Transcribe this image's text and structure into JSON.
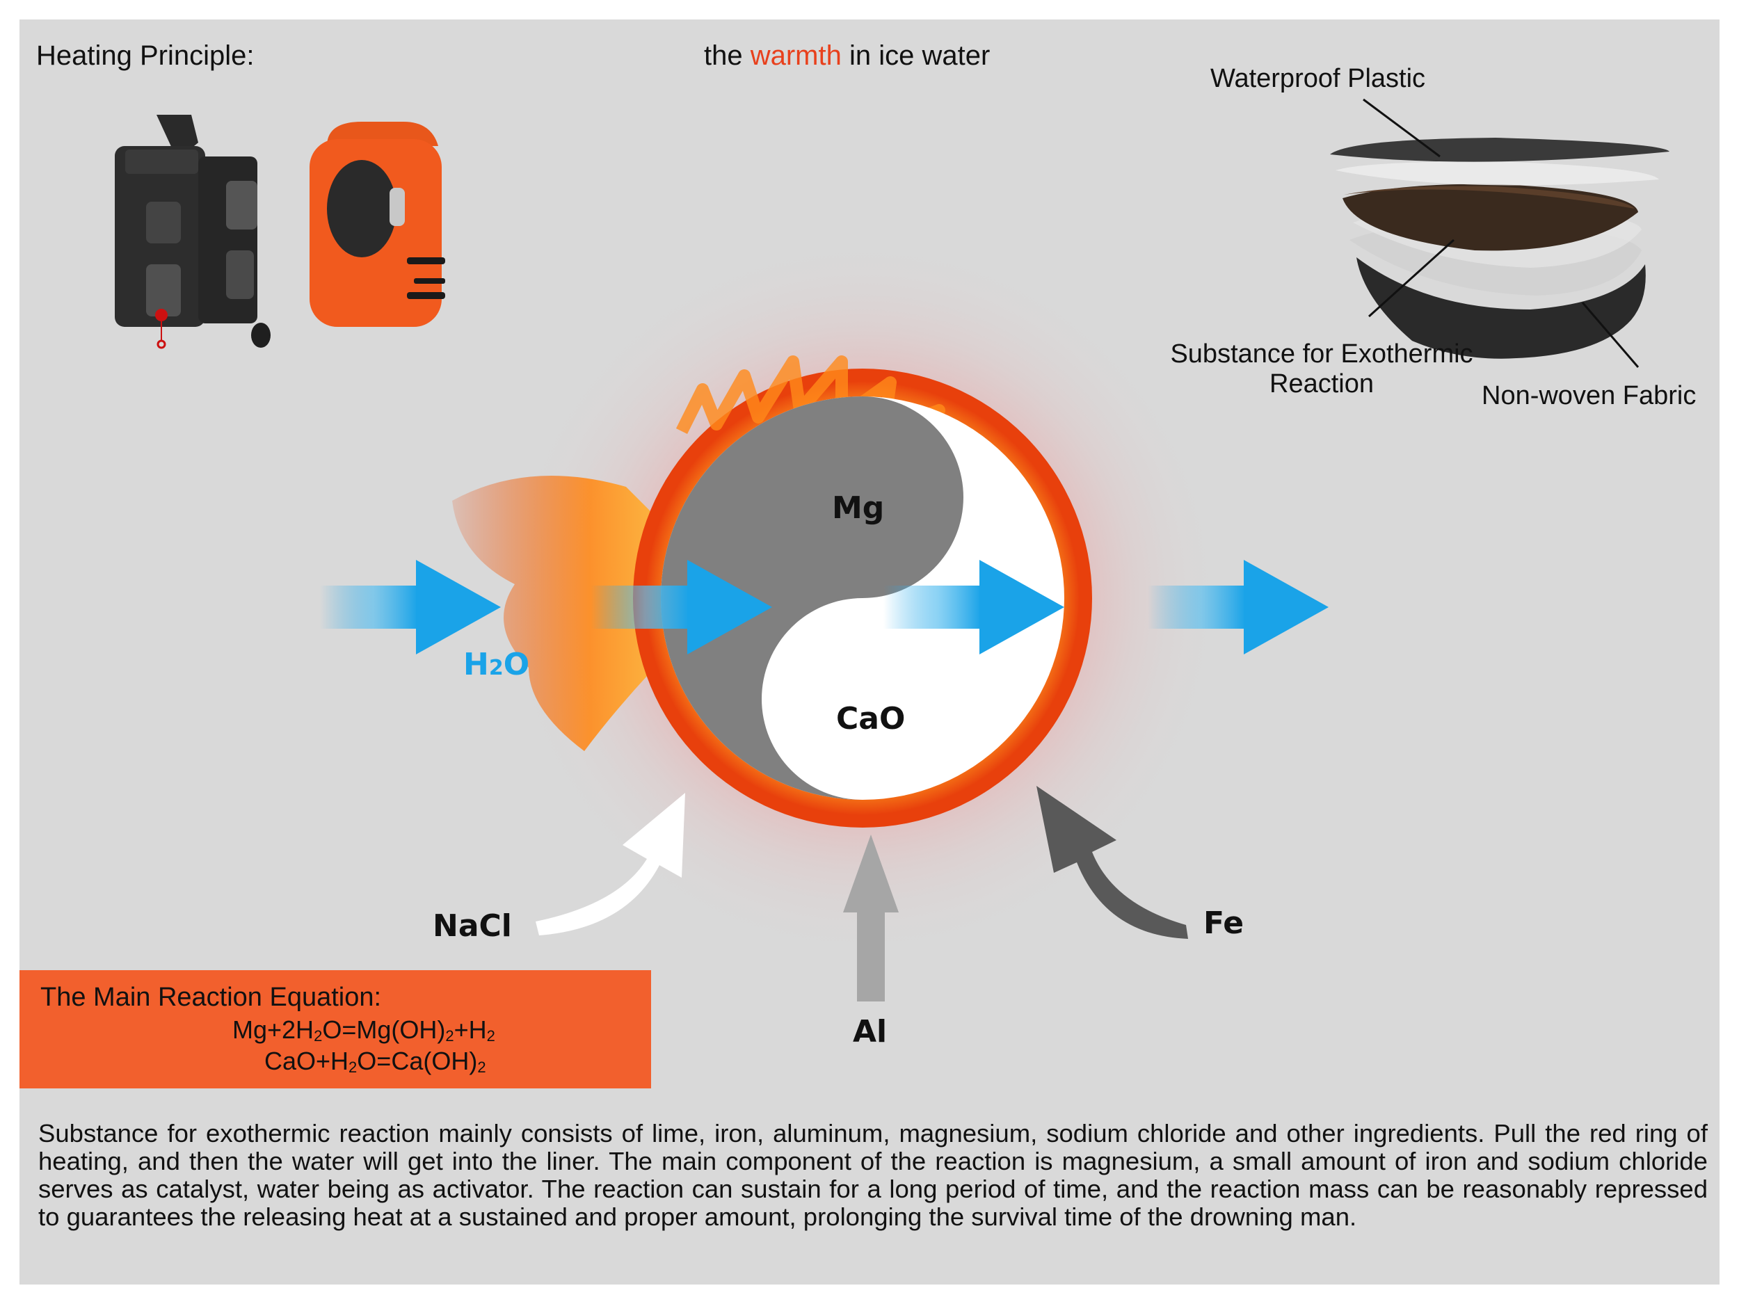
{
  "heading": "Heating Principle:",
  "title": {
    "pre": "the ",
    "highlight": "warmth",
    "post": " in ice water",
    "highlight_color": "#e8401c"
  },
  "layers": {
    "top": "Waterproof Plastic",
    "middle_line1": "Substance for Exothermic",
    "middle_line2": "Reaction",
    "bottom": "Non-woven Fabric"
  },
  "elements": {
    "mg": "Mg",
    "cao": "CaO",
    "h2o_h": "H",
    "h2o_sub": "2",
    "h2o_o": "O",
    "nacl": "NaCl",
    "al": "Al",
    "fe": "Fe"
  },
  "equation": {
    "heading": "The Main Reaction Equation:",
    "eq1": {
      "a": "Mg+2H",
      "s1": "2",
      "b": "O=Mg(OH)",
      "s2": "2",
      "c": "+H",
      "s3": "2"
    },
    "eq2": {
      "a": "CaO+H",
      "s1": "2",
      "b": "O=Ca(OH)",
      "s2": "2"
    }
  },
  "description": "Substance for exothermic reaction mainly consists of lime, iron, aluminum, magnesium, sodium chloride and other ingredients. Pull the red ring of heating, and then the water will get into the liner. The main component of the reaction is magnesium, a small amount of iron and sodium chloride serves as catalyst, water being as activator. The reaction can sustain for a long period of time, and the reaction mass can be reasonably repressed to guarantees the releasing heat at a sustained and proper amount, prolonging the survival time of the drowning man.",
  "colors": {
    "panel": "#d9d9d9",
    "flame_outer": "#f25a0e",
    "flame_inner": "#ffd24a",
    "water_arrow": "#1aa3e8",
    "equation_box": "#f2602d",
    "mg_half": "#808080",
    "cao_half": "#ffffff"
  },
  "icons": [
    "black-life-vest-icon",
    "orange-life-vest-icon",
    "layer-stack-icon",
    "yin-yang-icon",
    "flame-ring-icon",
    "water-flow-arrow-icon",
    "reagent-arrow-icon"
  ]
}
